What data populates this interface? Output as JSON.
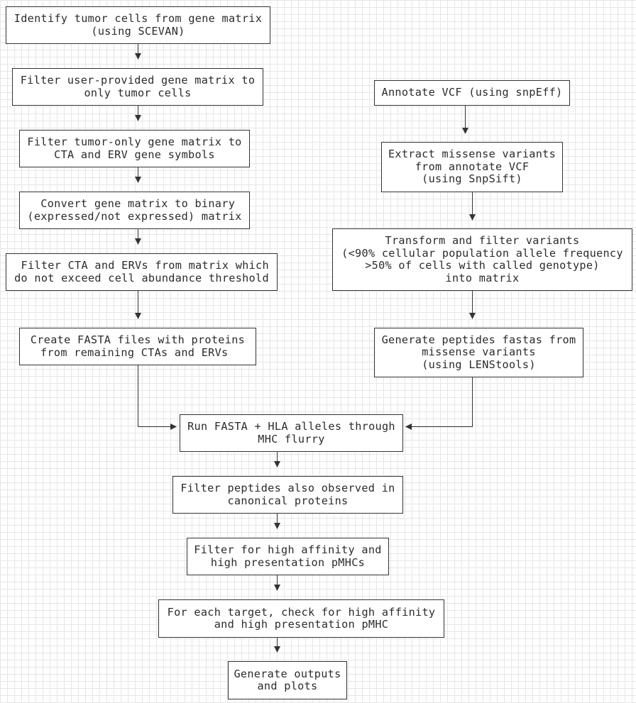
{
  "diagram": {
    "steps": {
      "identify_tumor": "Identify tumor cells from gene matrix\n(using SCEVAN)",
      "filter_user_matrix": "Filter user-provided gene matrix to\nonly tumor cells",
      "filter_cta_erv": "Filter tumor-only gene matrix to\nCTA and ERV gene symbols",
      "convert_binary": " Convert gene matrix to binary\n(expressed/not expressed) matrix",
      "filter_abundance": " Filter CTA and ERVs from matrix which\ndo not exceed cell abundance threshold",
      "create_fasta": "Create FASTA files with proteins\nfrom remaining CTAs and ERVs ",
      "annotate_vcf": "Annotate VCF (using snpEff)",
      "extract_missense": "Extract missense variants\nfrom annotate VCF\n(using SnpSift)",
      "transform_filter": "Transform and filter variants\n(<90% cellular population allele frequency\n>50% of cells with called genotype)\ninto matrix",
      "generate_peptides": "Generate peptides fastas from\nmissense variants\n(using LENStools)",
      "run_mhcflurry": "Run FASTA + HLA alleles through\nMHC flurry",
      "filter_canonical": "Filter peptides also observed in\ncanonical proteins",
      "filter_high_affinity": "Filter for high affinity and\nhigh presentation pMHCs",
      "check_targets": "For each target, check for high affinity\nand high presentation pMHC",
      "generate_outputs": "Generate outputs\nand plots"
    },
    "line_color": "#333333",
    "grid_color": "#e6e6e6"
  }
}
